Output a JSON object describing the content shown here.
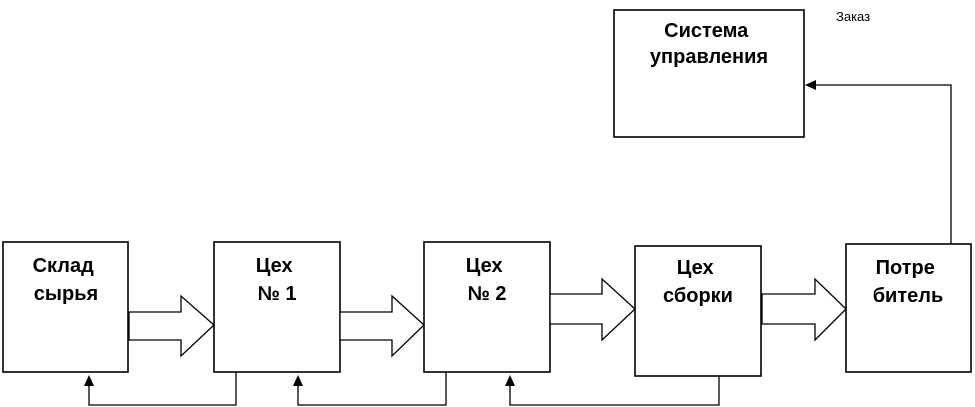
{
  "diagram": {
    "boxes": {
      "raw_storage": [
        "Склад",
        "сырья"
      ],
      "workshop_1": [
        "Цех",
        "№ 1"
      ],
      "workshop_2": [
        "Цех",
        "№ 2"
      ],
      "assembly": [
        "Цех",
        "сборки"
      ],
      "consumer": [
        "Потре",
        "битель"
      ],
      "control_system": [
        "Система",
        "управления"
      ]
    },
    "order_label": "Заказ"
  }
}
